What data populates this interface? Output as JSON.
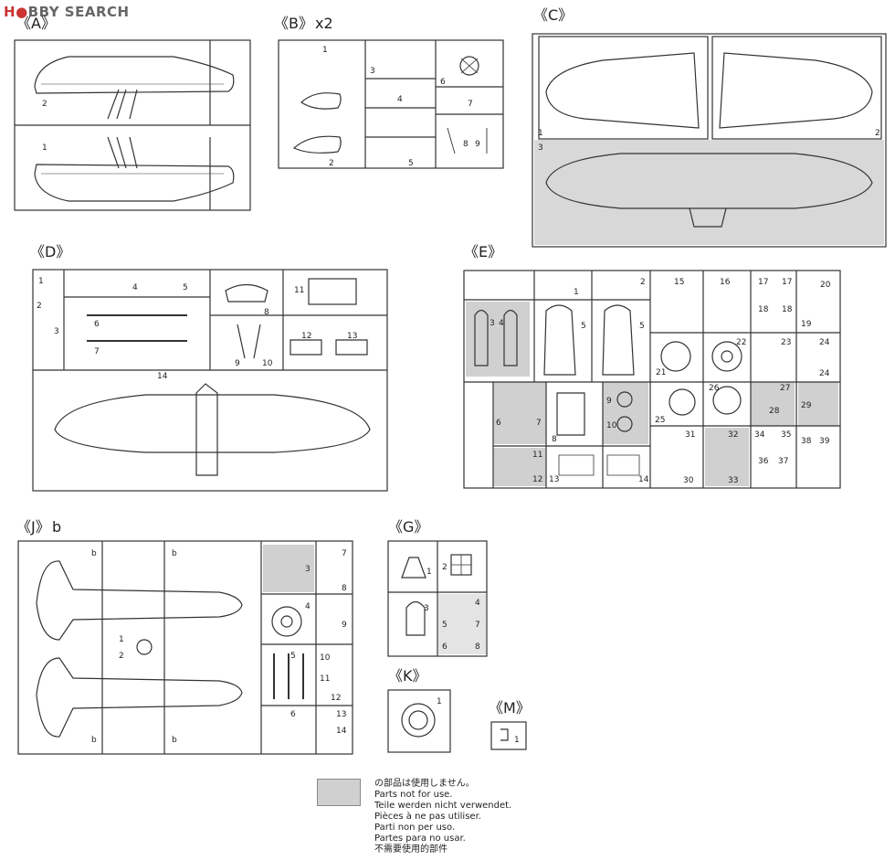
{
  "watermark": {
    "text1": "H",
    "text2": "BBY SEARCH"
  },
  "sprues": {
    "A": {
      "label": "《A》",
      "parts": [
        "1",
        "2"
      ]
    },
    "B": {
      "label": "《B》",
      "qty": "x2",
      "parts": [
        "1",
        "2",
        "3",
        "4",
        "5",
        "6",
        "7",
        "8",
        "9"
      ]
    },
    "C": {
      "label": "《C》",
      "parts": [
        "1",
        "2",
        "3"
      ]
    },
    "D": {
      "label": "《D》",
      "parts": [
        "1",
        "2",
        "3",
        "4",
        "5",
        "6",
        "7",
        "8",
        "9",
        "10",
        "11",
        "12",
        "13",
        "14"
      ]
    },
    "E": {
      "label": "《E》",
      "parts": [
        "1",
        "2",
        "3",
        "4",
        "5",
        "5",
        "6",
        "7",
        "8",
        "9",
        "10",
        "11",
        "12",
        "13",
        "14",
        "15",
        "16",
        "17",
        "17",
        "18",
        "18",
        "19",
        "20",
        "21",
        "22",
        "23",
        "24",
        "24",
        "25",
        "26",
        "27",
        "28",
        "29",
        "30",
        "31",
        "32",
        "33",
        "34",
        "35",
        "36",
        "37",
        "38",
        "39"
      ]
    },
    "J": {
      "label": "《J》",
      "suffix": "b",
      "parts": [
        "1",
        "2",
        "3",
        "4",
        "5",
        "6",
        "7",
        "8",
        "9",
        "10",
        "11",
        "12",
        "13",
        "14",
        "b",
        "b",
        "b",
        "b"
      ]
    },
    "G": {
      "label": "《G》",
      "parts": [
        "1",
        "2",
        "3",
        "4",
        "5",
        "6",
        "7",
        "8"
      ]
    },
    "K": {
      "label": "《K》",
      "parts": [
        "1"
      ]
    },
    "M": {
      "label": "《M》",
      "parts": [
        "1"
      ]
    }
  },
  "legend": {
    "swatch_color": "#d0d0d0",
    "lines": [
      "の部品は使用しません。",
      "Parts not for use.",
      "Teile werden nicht verwendet.",
      "Pièces à ne pas utiliser.",
      "Parti non per uso.",
      "Partes para no usar.",
      "不需要使用的部件"
    ]
  }
}
